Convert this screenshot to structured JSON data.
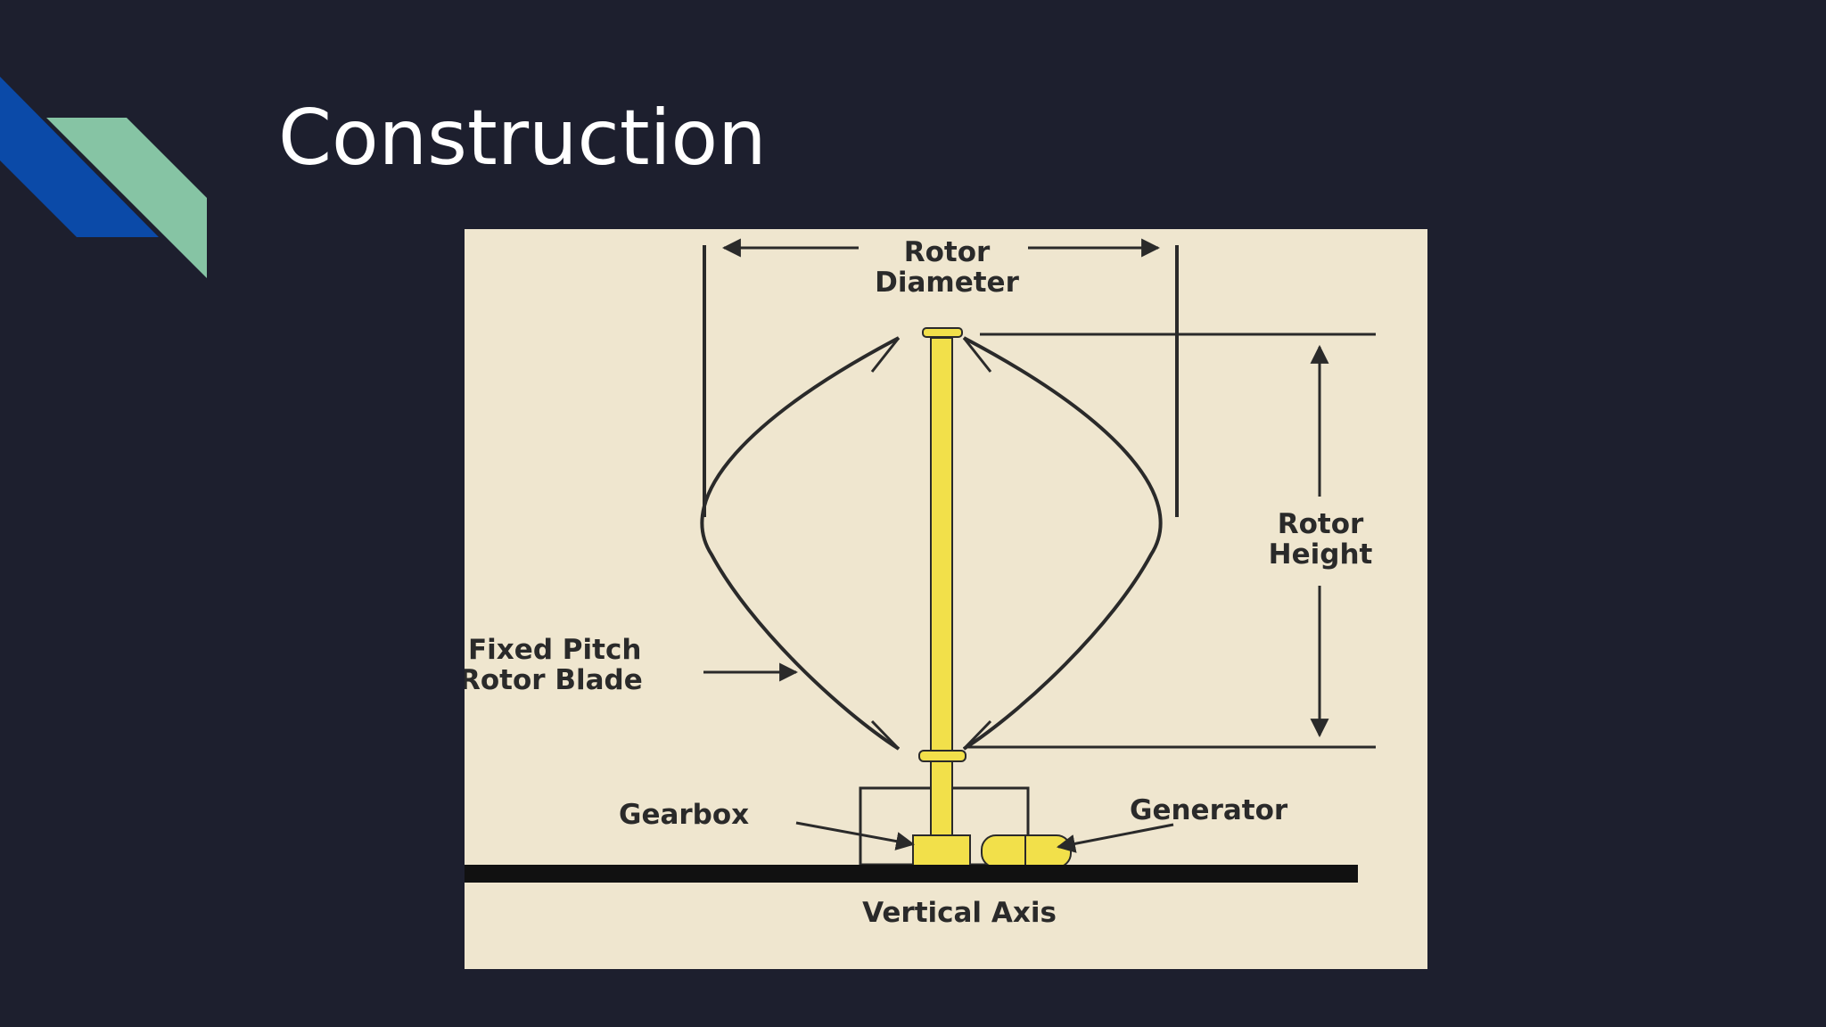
{
  "slide": {
    "title": "Construction"
  },
  "diagram": {
    "labels": {
      "rotor_diameter_line1": "Rotor",
      "rotor_diameter_line2": "Diameter",
      "rotor_height_line1": "Rotor",
      "rotor_height_line2": "Height",
      "blade_line1": "Fixed Pitch",
      "blade_line2": "Rotor Blade",
      "gearbox": "Gearbox",
      "generator": "Generator",
      "caption": "Vertical Axis"
    },
    "colors": {
      "background": "#1d1f2e",
      "figure_bg": "#efe6cf",
      "shaft": "#f2e04a",
      "ink": "#2a2a2a",
      "accent_blue": "#0b4aa8",
      "accent_green": "#86c4a4"
    }
  }
}
